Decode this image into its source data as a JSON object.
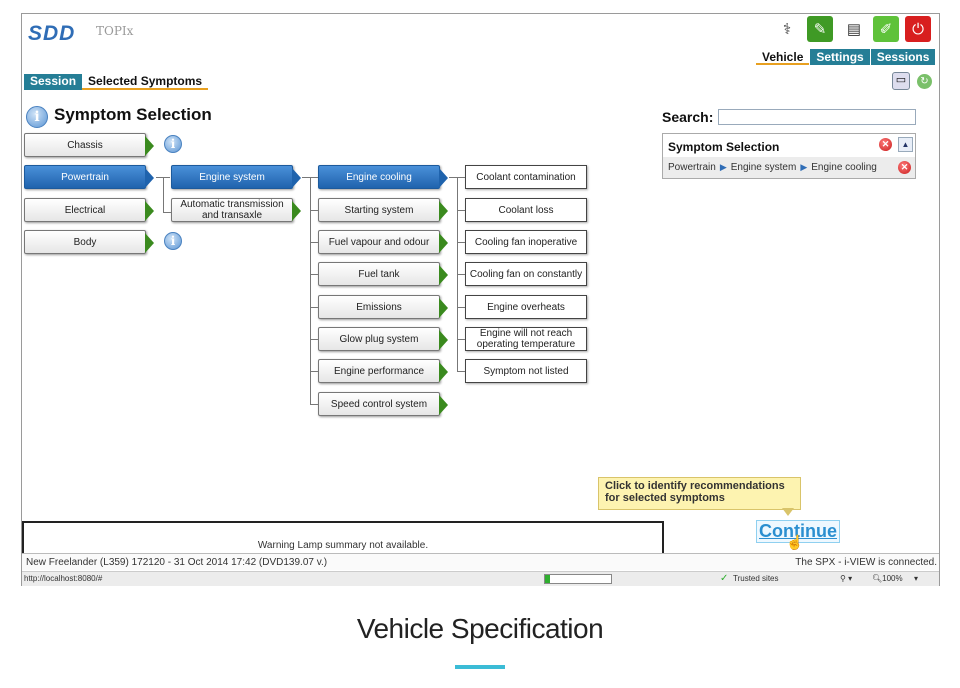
{
  "app": {
    "logo": "SDD",
    "subtitle": "TOPIx"
  },
  "toolbar_icons": [
    "stethoscope-icon",
    "tools-icon",
    "calendar-icon",
    "edit-icon",
    "exit-icon"
  ],
  "tabs": [
    "Vehicle",
    "Settings",
    "Sessions"
  ],
  "breadcrumb": {
    "session": "Session",
    "current": "Selected Symptoms"
  },
  "page_title": "Symptom Selection",
  "tree": {
    "level1": [
      "Chassis",
      "Powertrain",
      "Electrical",
      "Body"
    ],
    "level2": [
      "Engine system",
      "Automatic transmission and transaxle"
    ],
    "level3": [
      "Engine cooling",
      "Starting system",
      "Fuel vapour and odour",
      "Fuel tank",
      "Emissions",
      "Glow plug system",
      "Engine performance",
      "Speed control system"
    ],
    "level4": [
      "Coolant contamination",
      "Coolant loss",
      "Cooling fan inoperative",
      "Cooling fan on constantly",
      "Engine overheats",
      "Engine will not reach operating temperature",
      "Symptom not listed"
    ]
  },
  "search": {
    "label": "Search:",
    "value": ""
  },
  "selection_panel": {
    "title": "Symptom Selection",
    "path": [
      "Powertrain",
      "Engine system",
      "Engine cooling"
    ]
  },
  "tooltip": "Click to identify recommendations for selected symptoms",
  "continue_label": "Continue",
  "warning": "Warning Lamp summary not available.",
  "status": {
    "vehicle": "New Freelander (L359) 172120 - 31 Oct 2014 17:42 (DVD139.07 v.)",
    "connection": "The SPX - i-VIEW is connected."
  },
  "browser": {
    "url": "http://localhost:8080/#",
    "zone": "Trusted sites",
    "zoom": "100%"
  },
  "caption": "Vehicle Specification",
  "colors": {
    "accent_blue": "#2f6db6",
    "teal": "#257e96",
    "orange": "#e8a020",
    "arrow_green": "#3a8a1e"
  }
}
